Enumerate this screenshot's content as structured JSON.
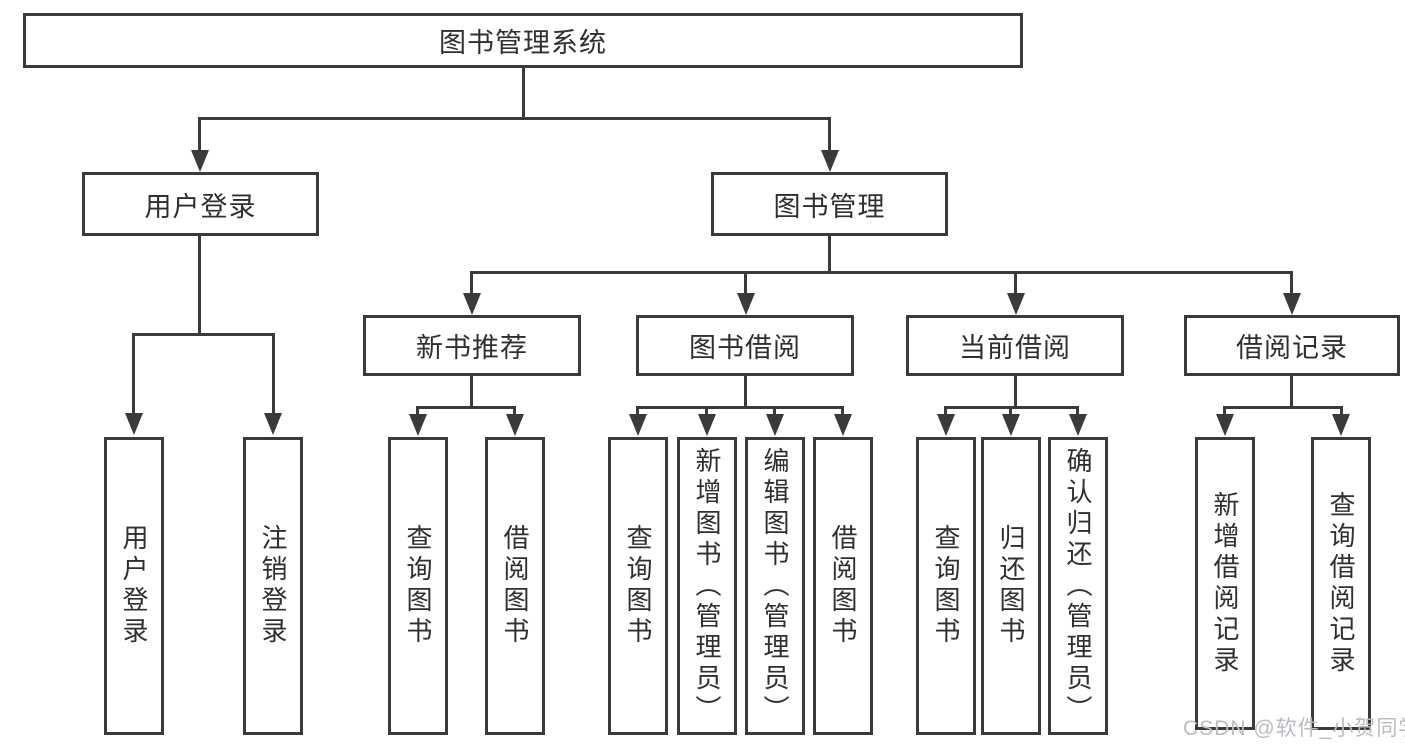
{
  "diagram_title": "图书管理系统",
  "tree": {
    "root": {
      "label": "图书管理系统"
    },
    "branches": [
      {
        "label": "用户登录",
        "children": [
          {
            "label": "用户登录"
          },
          {
            "label": "注销登录"
          }
        ]
      },
      {
        "label": "图书管理",
        "children": [
          {
            "label": "新书推荐",
            "children": [
              {
                "label": "查询图书"
              },
              {
                "label": "借阅图书"
              }
            ]
          },
          {
            "label": "图书借阅",
            "children": [
              {
                "label": "查询图书"
              },
              {
                "label": "新增图书（管理员）"
              },
              {
                "label": "编辑图书（管理员）"
              },
              {
                "label": "借阅图书"
              }
            ]
          },
          {
            "label": "当前借阅",
            "children": [
              {
                "label": "查询图书"
              },
              {
                "label": "归还图书"
              },
              {
                "label": "确认归还（管理员）"
              }
            ]
          },
          {
            "label": "借阅记录",
            "children": [
              {
                "label": "新增借阅记录"
              },
              {
                "label": "查询借阅记录"
              }
            ]
          }
        ]
      }
    ]
  },
  "watermark": {
    "text": "CSDN @软件_小贺同学",
    "color": "#b9bdc2"
  },
  "colors": {
    "line": "#3a3a3a",
    "box_border": "#3a3a3a",
    "box_background": "#ffffff",
    "text": "#2f2f2f",
    "page_background": "#ffffff"
  }
}
